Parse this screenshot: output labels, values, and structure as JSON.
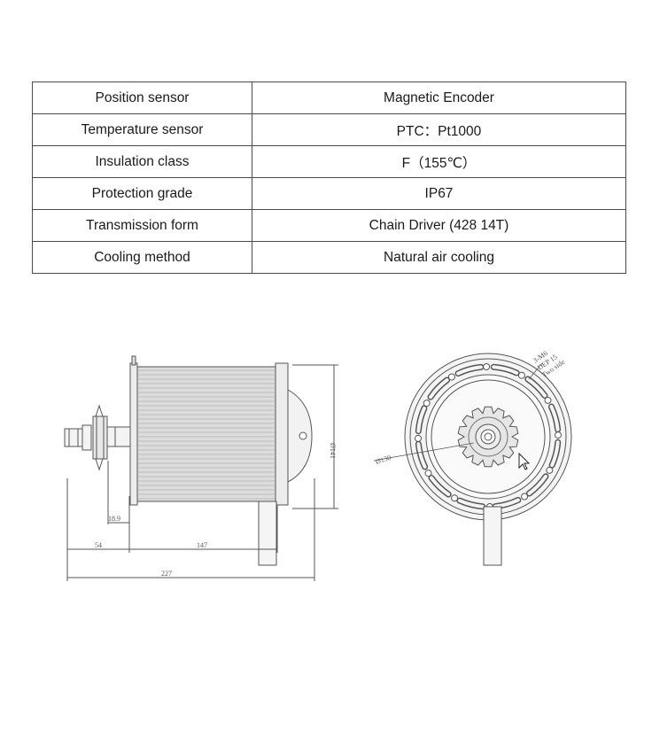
{
  "specs": [
    {
      "label": "Position sensor",
      "value": "Magnetic Encoder"
    },
    {
      "label": "Temperature sensor",
      "value": "PTC：Pt1000"
    },
    {
      "label": "Insulation class",
      "value": "F（155℃）"
    },
    {
      "label": "Protection grade",
      "value": "IP67"
    },
    {
      "label": "Transmission form",
      "value": "Chain  Driver (428 14T)"
    },
    {
      "label": "Cooling method",
      "value": "Natural air cooling"
    }
  ],
  "drawing": {
    "dims": {
      "d18_9": "18.9",
      "d54": "54",
      "d147": "147",
      "d227": "227",
      "d141": "Ø141",
      "d130": "Ø130",
      "hole_note_1": "3-M6",
      "hole_note_2": "DEP 15",
      "hole_note_3": "Two side"
    }
  }
}
